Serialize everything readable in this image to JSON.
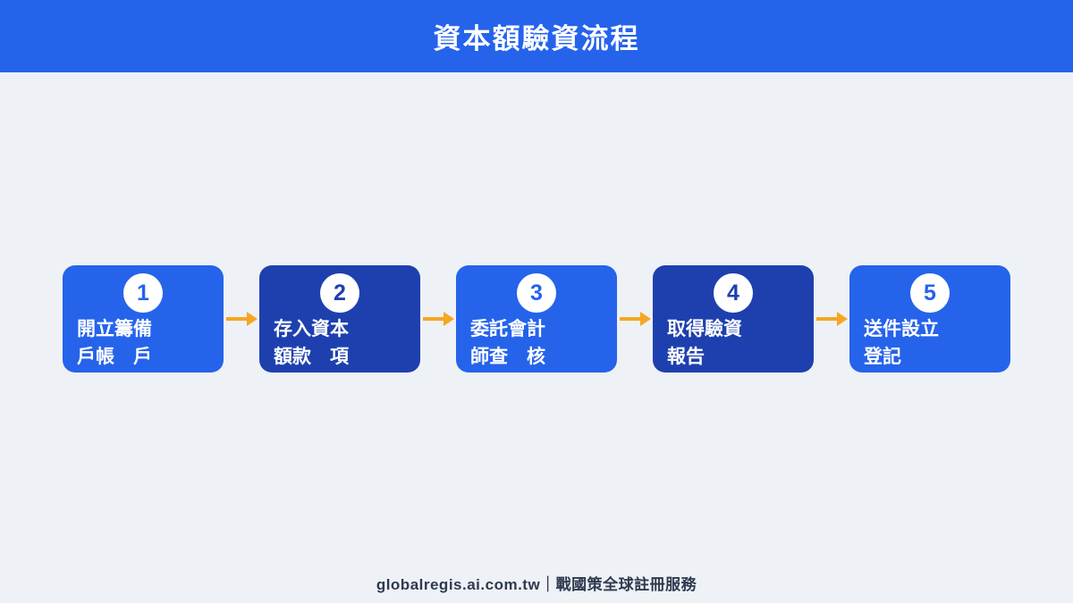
{
  "header": {
    "title": "資本額驗資流程"
  },
  "steps": [
    {
      "number": "1",
      "line1": "開立籌備",
      "line2": "戶帳　戶",
      "variant": "light"
    },
    {
      "number": "2",
      "line1": "存入資本",
      "line2": "額款　項",
      "variant": "dark"
    },
    {
      "number": "3",
      "line1": "委託會計",
      "line2": "師查　核",
      "variant": "light"
    },
    {
      "number": "4",
      "line1": "取得驗資",
      "line2": "報告",
      "variant": "dark"
    },
    {
      "number": "5",
      "line1": "送件設立",
      "line2": "登記",
      "variant": "light"
    }
  ],
  "footer": {
    "text": "globalregis.ai.com.tw｜戰國策全球註冊服務"
  },
  "colors": {
    "blue-light": "#2563eb",
    "blue-dark": "#1e40af",
    "bg": "#eef1f6",
    "arrow": "#f5a623",
    "footer-text": "#2e3a4e"
  }
}
